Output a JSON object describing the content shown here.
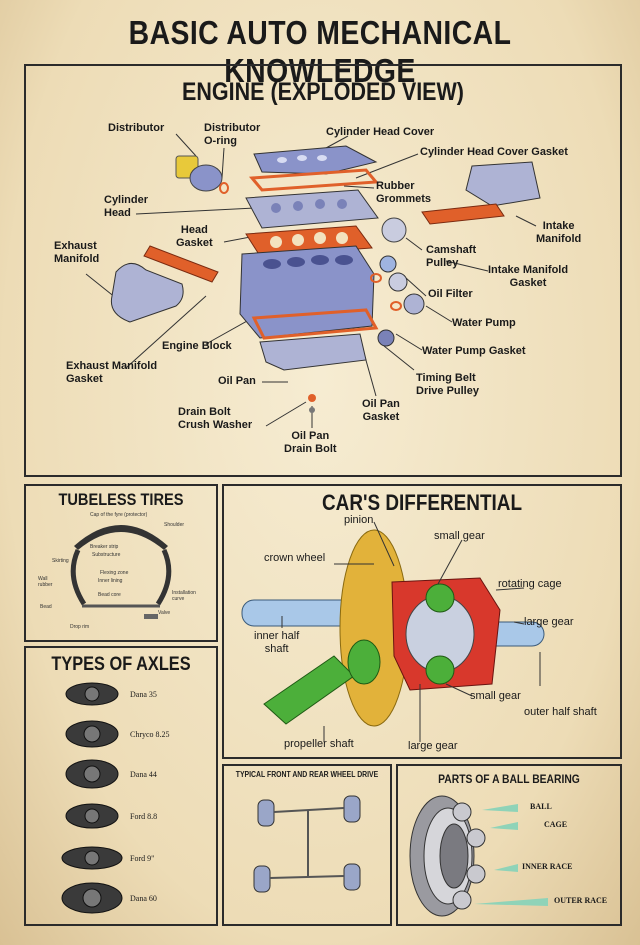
{
  "title": "BASIC AUTO MECHANICAL KNOWLEDGE",
  "engine": {
    "title": "ENGINE (EXPLODED VIEW)",
    "labels": {
      "distributor": "Distributor",
      "distributor_oring": "Distributor\nO-ring",
      "cylinder_head_cover": "Cylinder Head Cover",
      "cylinder_head_cover_gasket": "Cylinder Head Cover Gasket",
      "rubber_grommets": "Rubber\nGrommets",
      "cylinder_head": "Cylinder\nHead",
      "intake_manifold": "Intake\nManifold",
      "head_gasket": "Head\nGasket",
      "camshaft_pulley": "Camshaft\nPulley",
      "exhaust_manifold": "Exhaust\nManifold",
      "intake_manifold_gasket": "Intake Manifold\nGasket",
      "oil_filter": "Oil Filter",
      "water_pump": "Water Pump",
      "engine_block": "Engine Block",
      "water_pump_gasket": "Water Pump Gasket",
      "exhaust_manifold_gasket": "Exhaust Manifold\nGasket",
      "oil_pan": "Oil Pan",
      "timing_belt_drive_pulley": "Timing Belt\nDrive Pulley",
      "oil_pan_gasket": "Oil Pan\nGasket",
      "drain_bolt_crush_washer": "Drain Bolt\nCrush Washer",
      "oil_pan_drain_bolt": "Oil Pan\nDrain Bolt"
    }
  },
  "tires": {
    "title": "TUBELESS TIRES",
    "labels": {
      "cap": "Cap of the fyre (protector)",
      "shoulder": "Shoulder",
      "breaker": "Breaker strip",
      "substructure": "Substructure",
      "skirting": "Skirting",
      "flexing": "Flexing zone",
      "wall": "Wall\nrubber",
      "inner_lining": "Inner lining",
      "bead_core": "Bead core",
      "installation": "Installation\ncurve",
      "bead": "Bead",
      "valve": "Valve",
      "drop_rim": "Drop rim"
    }
  },
  "differential": {
    "title": "CAR'S DIFFERENTIAL",
    "labels": {
      "pinion": "pinion",
      "small_gear_top": "small gear",
      "crown_wheel": "crown wheel",
      "rotating_cage": "rotating cage",
      "large_gear_right": "large gear",
      "inner_half_shaft": "inner half\nshaft",
      "small_gear_bottom": "small gear",
      "outer_half_shaft": "outer half shaft",
      "propeller_shaft": "propeller shaft",
      "large_gear_bottom": "large gear"
    }
  },
  "axles": {
    "title": "TYPES OF AXLES",
    "items": [
      "Dana 35",
      "Chryco 8.25",
      "Dana 44",
      "Ford 8.8",
      "Ford 9\"",
      "Dana 60"
    ]
  },
  "drive": {
    "title": "TYPICAL FRONT AND REAR WHEEL DRIVE"
  },
  "bearing": {
    "title": "PARTS OF A BALL BEARING",
    "labels": {
      "ball": "BALL",
      "cage": "CAGE",
      "inner_race": "INNER RACE",
      "outer_race": "OUTER RACE"
    }
  },
  "colors": {
    "ink": "#1a1a1a",
    "paper": "#efe3c4",
    "gasket": "#e0602a",
    "metal": "#8a93c9",
    "gear_gold": "#e2b23a",
    "gear_green": "#4caf3a",
    "cage_red": "#d8382c"
  }
}
